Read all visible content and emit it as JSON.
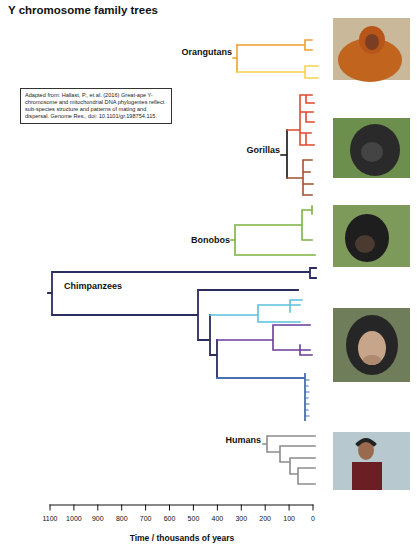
{
  "diagram": {
    "title": "Y chromosome family trees",
    "nodes": [
      {
        "text": [
          "Adapted from: Hallast, P., et al. (2016) Great-ape Y-chromosome and mitochondrial DNA phylogenies reflect sub-species structure and patterns of mating and dispersal. Genome Res., doi: 10.1101/gr.198754.115."
        ]
      }
    ],
    "labels": [
      "Orangutans",
      "Gorillas",
      "Bonobos",
      "Chimpanzees",
      "Humans",
      "1100",
      "1000",
      "900",
      "800",
      "700",
      "600",
      "500",
      "400",
      "300",
      "200",
      "100",
      "0",
      "Time / thousands of years"
    ]
  }
}
